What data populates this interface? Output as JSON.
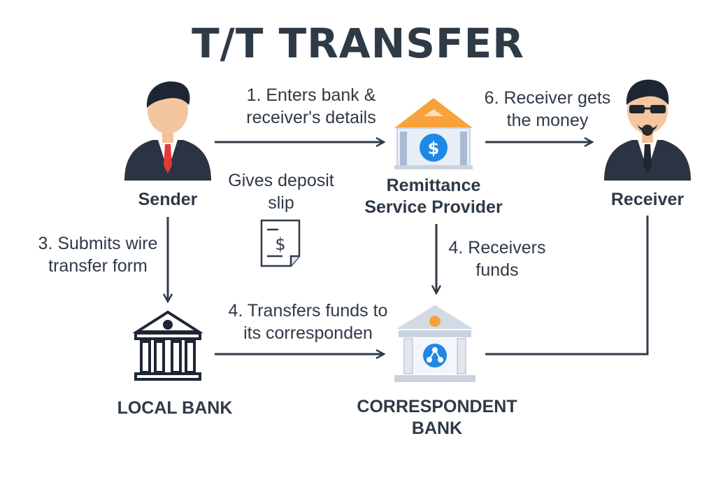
{
  "title": "T/T TRANSFER",
  "nodes": {
    "sender": "Sender",
    "rsp": "Remittance Service Provider",
    "receiver": "Receiver",
    "local_bank": "LOCAL BANK",
    "correspondent_bank": "CORRESPONDENT BANK"
  },
  "steps": {
    "s1": "1. Enters bank & receiver's details",
    "gives": "Gives deposit slip",
    "s3": "3. Submits wire transfer form",
    "s4a": "4. Receivers funds",
    "s4b": "4. Transfers funds to its corresponden",
    "s6": "6. Receiver gets the money"
  },
  "colors": {
    "text": "#2f3a47",
    "accent_blue": "#1e88e5",
    "roof_orange": "#f7a23b",
    "building_grey": "#c9d3df"
  },
  "icons": [
    "sender-person-icon",
    "receiver-person-icon",
    "rsp-bank-icon",
    "dollar-icon",
    "local-bank-icon",
    "correspondent-bank-icon",
    "deposit-slip-icon"
  ]
}
